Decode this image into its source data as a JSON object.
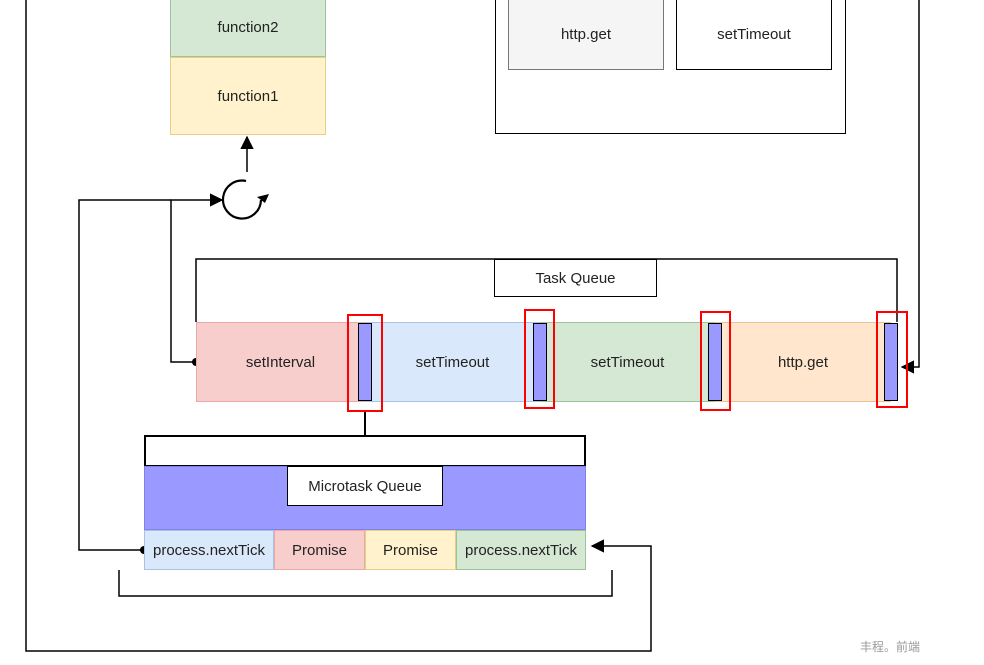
{
  "call_stack": {
    "items": [
      "function2",
      "function1"
    ],
    "colors": [
      "#d5e8d4",
      "#fff2cc"
    ],
    "border_colors": [
      "#9cc49b",
      "#e6cf86"
    ]
  },
  "web_apis": {
    "items": [
      "http.get",
      "setTimeout"
    ],
    "colors": [
      "#f5f5f5",
      "#ffffff"
    ]
  },
  "task_queue": {
    "title": "Task Queue",
    "items": [
      "setInterval",
      "setTimeout",
      "setTimeout",
      "http.get"
    ],
    "colors": [
      "#f8cecc",
      "#dae8fc",
      "#d5e8d4",
      "#ffe6cc"
    ]
  },
  "microtask_queue": {
    "title": "Microtask Queue",
    "band_color": "#9999ff",
    "items": [
      "process.nextTick",
      "Promise",
      "Promise",
      "process.nextTick"
    ],
    "colors": [
      "#dae8fc",
      "#f8cecc",
      "#fff2cc",
      "#d5e8d4"
    ]
  },
  "marker_colors": {
    "fill": "#9999ff",
    "highlight": "#ff0000"
  },
  "watermark": "丰程。前端"
}
